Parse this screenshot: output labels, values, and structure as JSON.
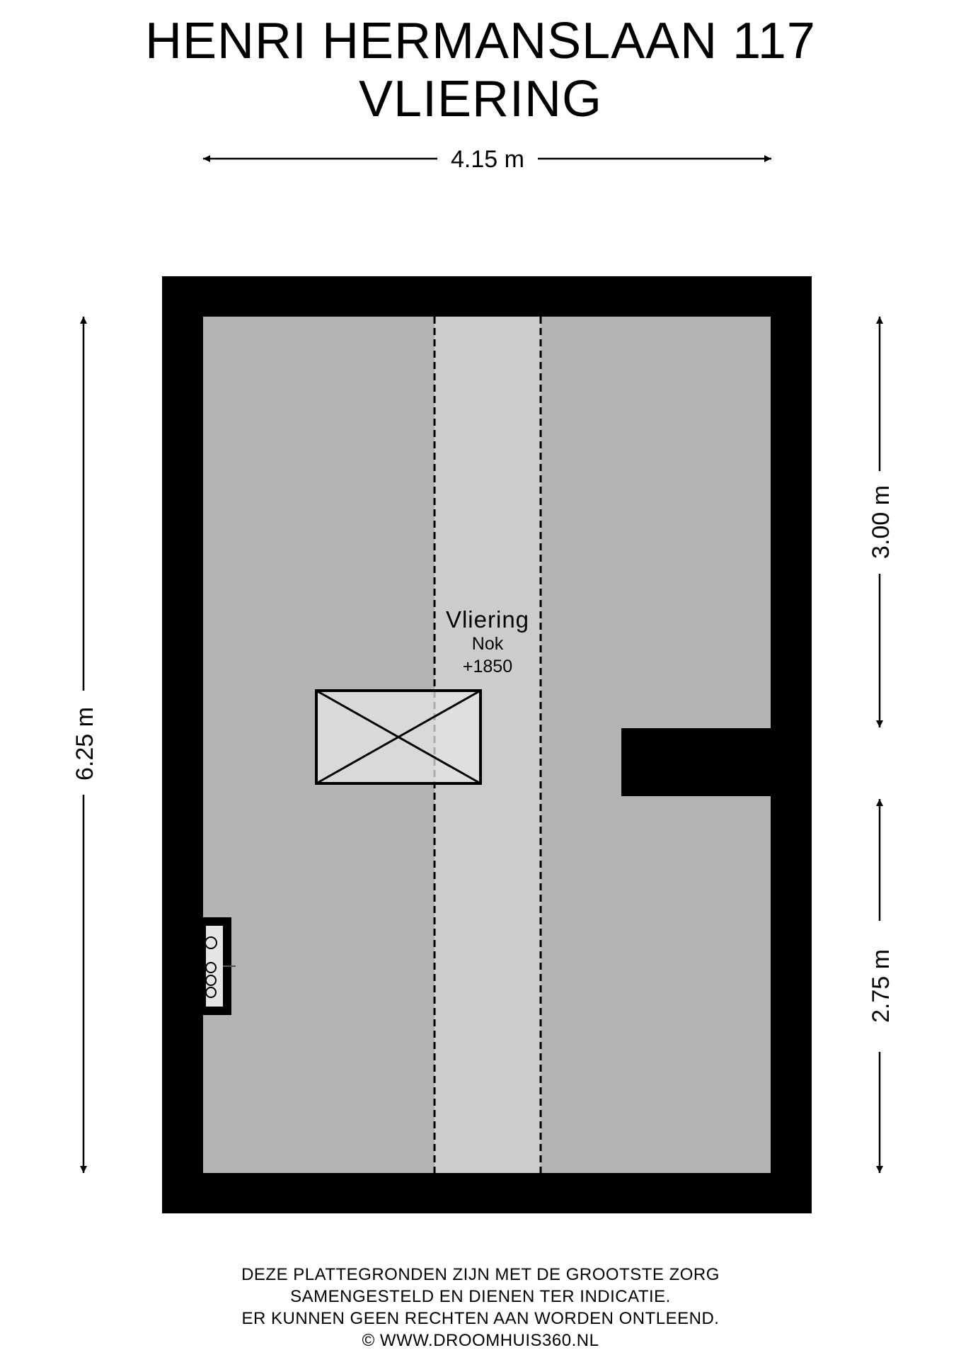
{
  "header": {
    "address": "HENRI HERMANSLAAN 117",
    "floor": "VLIERING"
  },
  "dimensions": {
    "width": "4.15 m",
    "height_left": "6.25 m",
    "height_right_top": "3.00 m",
    "height_right_bottom": "2.75 m"
  },
  "room": {
    "name": "Vliering",
    "ridge_label": "Nok",
    "ridge_height": "+1850"
  },
  "colors": {
    "wall": "#000000",
    "floor": "#b3b3b3",
    "ridge_strip": "#cccccc",
    "hatch_fill": "#e6e6e6"
  },
  "disclaimer": {
    "line1": "DEZE PLATTEGRONDEN ZIJN MET DE GROOTSTE ZORG",
    "line2": "SAMENGESTELD EN DIENEN TER INDICATIE.",
    "line3": "ER KUNNEN GEEN RECHTEN AAN WORDEN ONTLEEND.",
    "line4": "© WWW.DROOMHUIS360.NL"
  }
}
